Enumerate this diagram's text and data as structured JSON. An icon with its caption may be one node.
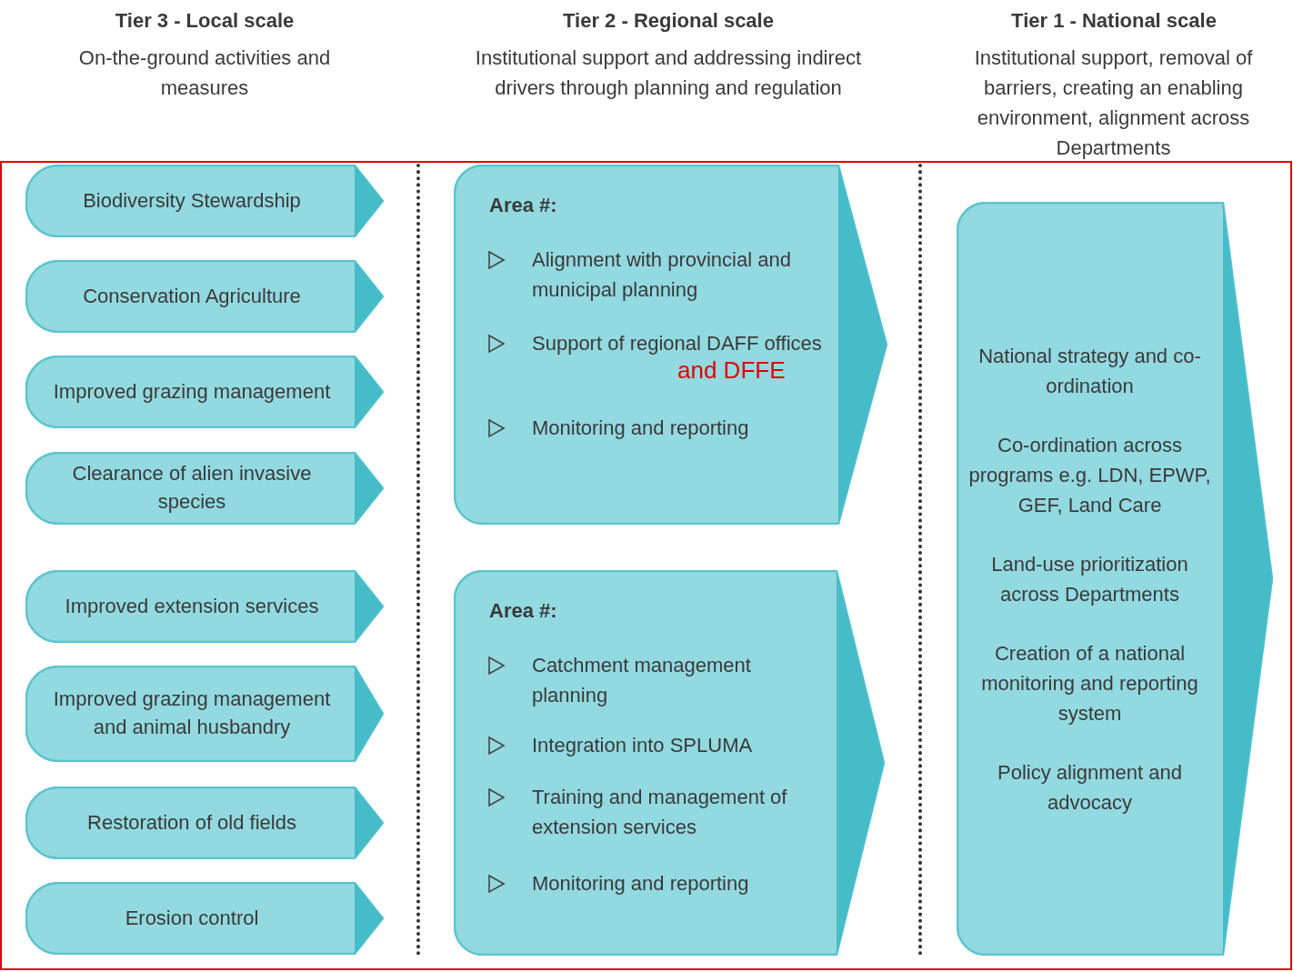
{
  "diagram": {
    "nodes": [
      {
        "text": [
          "Biodiversity Stewardship"
        ]
      },
      {
        "text": [
          "Conservation Agriculture"
        ]
      },
      {
        "text": [
          "Improved grazing management"
        ]
      },
      {
        "text": [
          "Clearance of alien invasive species"
        ]
      },
      {
        "text": [
          "Improved extension services"
        ]
      },
      {
        "text": [
          "Improved grazing management and animal husbandry"
        ]
      },
      {
        "text": [
          "Restoration of old fields"
        ]
      },
      {
        "text": [
          "Erosion control"
        ]
      },
      {
        "text": [
          "Area #:",
          "Alignment with provincial and municipal planning",
          "Support of regional DAFF offices",
          "Monitoring and reporting"
        ]
      },
      {
        "text": [
          "Area #:",
          "Catchment management planning",
          "Integration into SPLUMA",
          "Training and management of extension services",
          "Monitoring and reporting"
        ]
      },
      {
        "text": [
          "National strategy and co-ordination",
          "Co-ordination across programs e.g. LDN, EPWP, GEF, Land Care",
          "Land-use prioritization across Departments",
          "Creation of a national monitoring and reporting system",
          "Policy alignment and advocacy"
        ]
      }
    ],
    "labels": [
      "Tier 3 - Local scale",
      "On-the-ground activities and measures",
      "Tier 2 - Regional scale",
      "Institutional support and addressing indirect drivers through planning and regulation",
      "Tier 1 - National scale",
      "Institutional support, removal of barriers, creating an enabling environment, alignment across Departments",
      "and DFFE"
    ]
  }
}
